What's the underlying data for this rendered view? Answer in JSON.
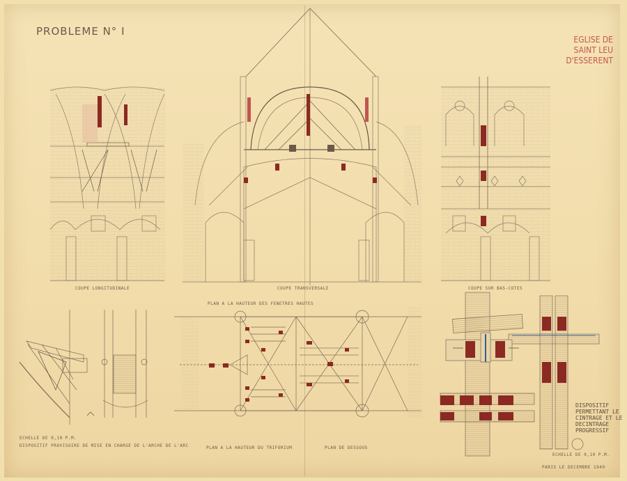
{
  "sheet": {
    "title": "PROBLEME N° I",
    "church_lines": [
      "EGLISE DE",
      "SAINT LEU",
      "D'ESSERENT"
    ]
  },
  "captions": {
    "coupe_longitudinale": "COUPE LONGITUDINALE",
    "coupe_transversale": "COUPE TRANSVERSALE",
    "coupe_bas_cotes": "COUPE SUR BAS-COTES",
    "plan_fenetres": "PLAN A LA HAUTEUR DES FENETRES HAUTES",
    "echelle": "ECHELLE DE 0,10 P.M.",
    "dispositif_provisoire": "DISPOSITIF PROVISOIRE DE MISE EN CHARGE DE L'ARCHE DE L'ARC",
    "plan_triforium": "PLAN A LA HAUTEUR DU TRIFORIUM",
    "plan_dessous": "PLAN DE DESSOUS",
    "echelle_right": "ECHELLE DE 0,10 P.M.",
    "date": "PARIS LE DECEMBRE 1949"
  },
  "note_lines": [
    "DISPOSITIF",
    "PERMETTANT LE",
    "CINTRAGE ET LE",
    "DECINTRAGE",
    "PROGRESSIF"
  ],
  "colors": {
    "paper": "#f1dcaa",
    "ink": "#7a6a58",
    "red_ink": "#8b2a22",
    "title_red": "#c5574f"
  }
}
